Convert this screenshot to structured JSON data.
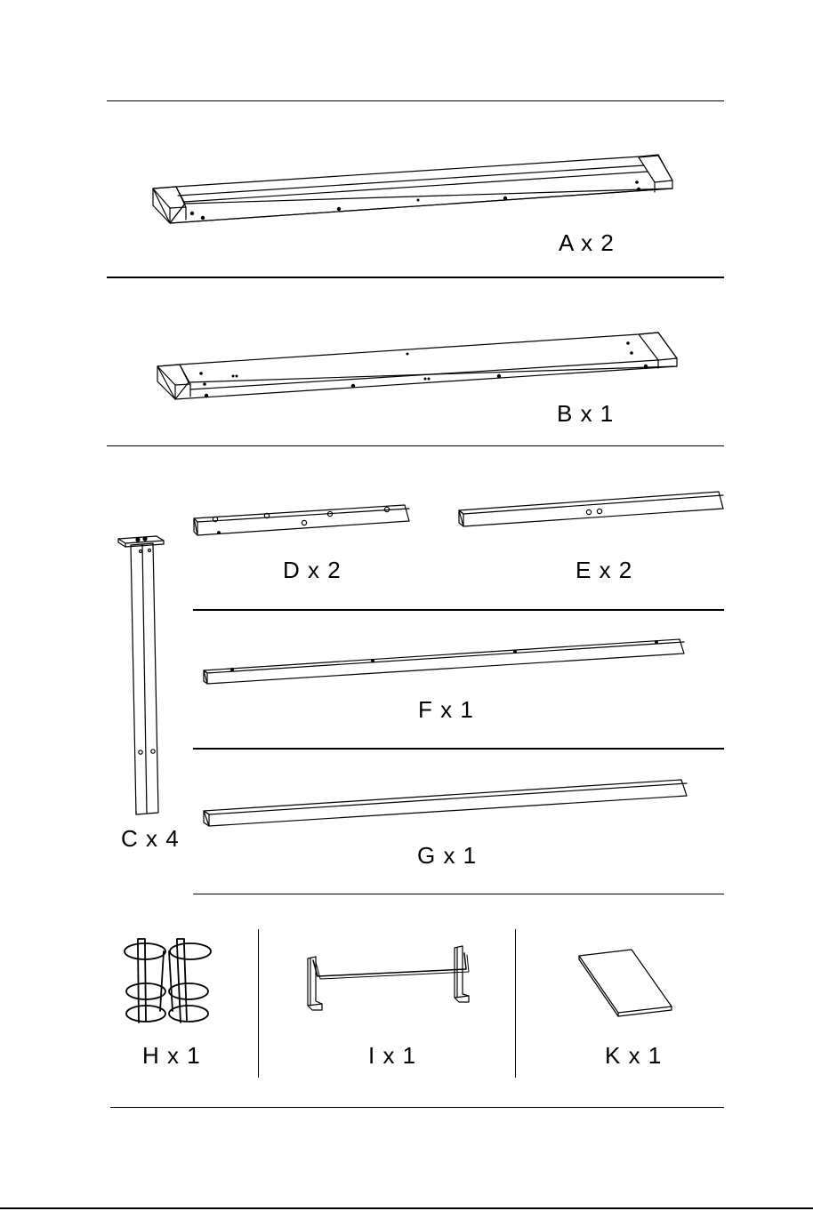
{
  "parts": {
    "A": {
      "label": "A x 2"
    },
    "B": {
      "label": "B x 1"
    },
    "C": {
      "label": "C x 4"
    },
    "D": {
      "label": "D x 2"
    },
    "E": {
      "label": "E x 2"
    },
    "F": {
      "label": "F x 1"
    },
    "G": {
      "label": "G x 1"
    },
    "H": {
      "label": "H x 1"
    },
    "I": {
      "label": "I x 1"
    },
    "K": {
      "label": "K x 1"
    }
  }
}
